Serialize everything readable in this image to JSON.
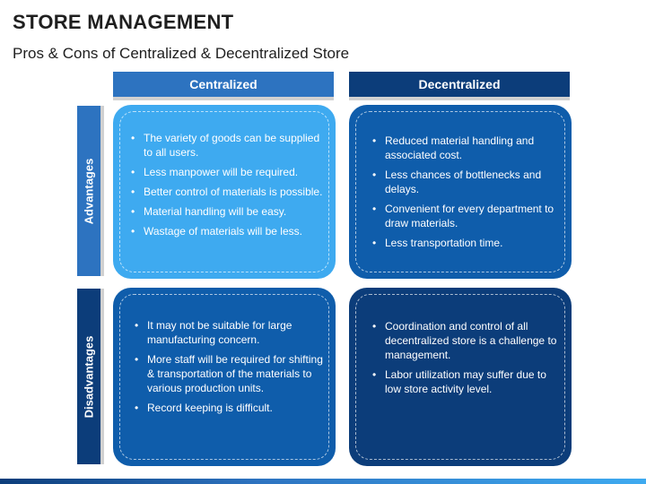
{
  "title": "STORE MANAGEMENT",
  "subtitle": "Pros & Cons of Centralized & Decentralized Store",
  "columns": {
    "centralized": "Centralized",
    "decentralized": "Decentralized"
  },
  "rows": {
    "advantages": "Advantages",
    "disadvantages": "Disadvantages"
  },
  "bullet_glyph": "•",
  "cells": {
    "adv_centralized": [
      "The variety of goods can be supplied to all users.",
      "Less manpower will be required.",
      "Better control of materials is possible.",
      "Material handling will be easy.",
      "Wastage of materials will be less."
    ],
    "adv_decentralized": [
      "Reduced material handling and associated cost.",
      "Less chances of bottlenecks and delays.",
      "Convenient for every department to draw materials.",
      "Less transportation time."
    ],
    "dis_centralized": [
      "It may not be suitable for large manufacturing concern.",
      "More staff will be required for shifting & transportation of the materials to various production units.",
      "Record keeping is difficult."
    ],
    "dis_decentralized": [
      "Coordination and control of all decentralized store is a challenge to management.",
      "Labor utilization may suffer due to low store activity level."
    ]
  },
  "colors": {
    "light_blue": "#3eaaf0",
    "mid_blue": "#2d73c0",
    "blue": "#0f5dab",
    "navy": "#0c3d7a"
  }
}
